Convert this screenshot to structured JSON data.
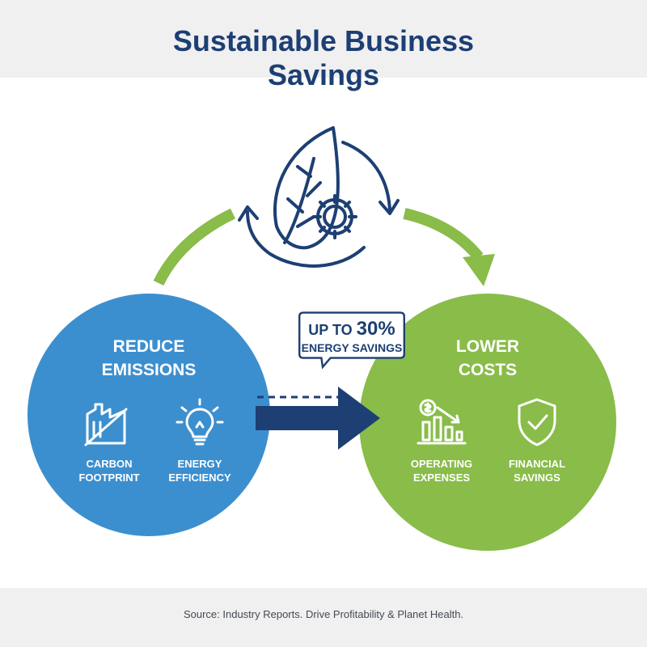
{
  "title": "Sustainable Business\nSavings",
  "left_circle": {
    "title": "REDUCE\nEMISSIONS",
    "items": [
      {
        "label": "CARBON\nFOOTPRINT",
        "icon": "factory-strike-icon"
      },
      {
        "label": "ENERGY\nEFFICIENCY",
        "icon": "lightbulb-icon"
      }
    ]
  },
  "right_circle": {
    "title": "LOWER\nCOSTS",
    "items": [
      {
        "label": "OPERATING\nEXPENSES",
        "icon": "declining-bar-chart-icon"
      },
      {
        "label": "FINANCIAL\nSAVINGS",
        "icon": "shield-check-icon"
      }
    ]
  },
  "callout": {
    "prefix": "UP TO",
    "value": "30%",
    "label": "ENERGY SAVINGS"
  },
  "footer": {
    "note": "Source: Industry Reports. Drive Profitability & Planet Health."
  },
  "colors": {
    "navy": "#1d3f73",
    "blue": "#3c8fcf",
    "green": "#89bc49",
    "band": "#f0f0f1"
  }
}
